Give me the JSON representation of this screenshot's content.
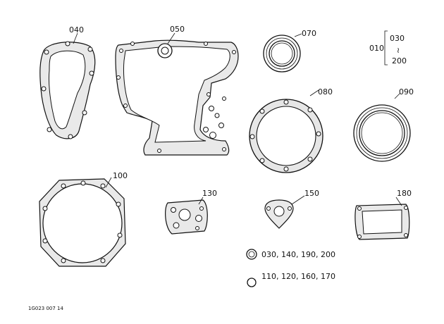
{
  "parts": {
    "p040": "040",
    "p050": "050",
    "p070": "070",
    "p080": "080",
    "p090": "090",
    "p100": "100",
    "p130": "130",
    "p150": "150",
    "p180": "180"
  },
  "kit": {
    "main": "010",
    "top": "030",
    "tilde": "≀",
    "bottom": "200"
  },
  "legend": {
    "small_seal": "030, 140, 190, 200",
    "o_ring": "110, 120, 160, 170"
  },
  "footer_code": "1G023 007 14"
}
